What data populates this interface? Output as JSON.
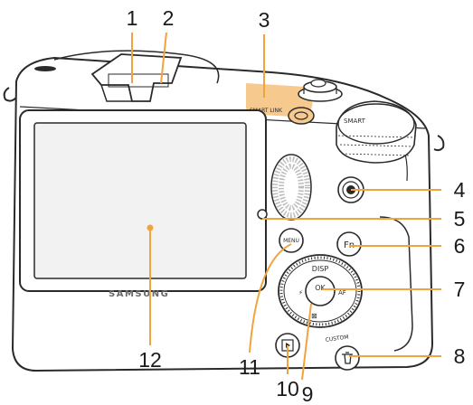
{
  "colors": {
    "leader": "#f2a33a",
    "highlight": "#f6c98f",
    "body_outline": "#2a2a2a",
    "screen": "#f2f2f2",
    "body_fill": "#ffffff",
    "number_text": "#1a1a1a"
  },
  "camera": {
    "brand": "SAMSUNG",
    "top_label": "SMART LINK",
    "dial_label": "SMART",
    "menu_label": "MENU",
    "fn_label": "Fn",
    "disp_label": "DISP",
    "ok_label": "OK",
    "af_label": "AF",
    "custom_label": "CUSTOM",
    "play_icon": "playback-icon",
    "delete_icon": "trash-icon",
    "record_icon": "record-dot-icon"
  },
  "callouts": [
    {
      "num": "1"
    },
    {
      "num": "2"
    },
    {
      "num": "3"
    },
    {
      "num": "4"
    },
    {
      "num": "5"
    },
    {
      "num": "6"
    },
    {
      "num": "7"
    },
    {
      "num": "8"
    },
    {
      "num": "9"
    },
    {
      "num": "10"
    },
    {
      "num": "11"
    },
    {
      "num": "12"
    }
  ]
}
